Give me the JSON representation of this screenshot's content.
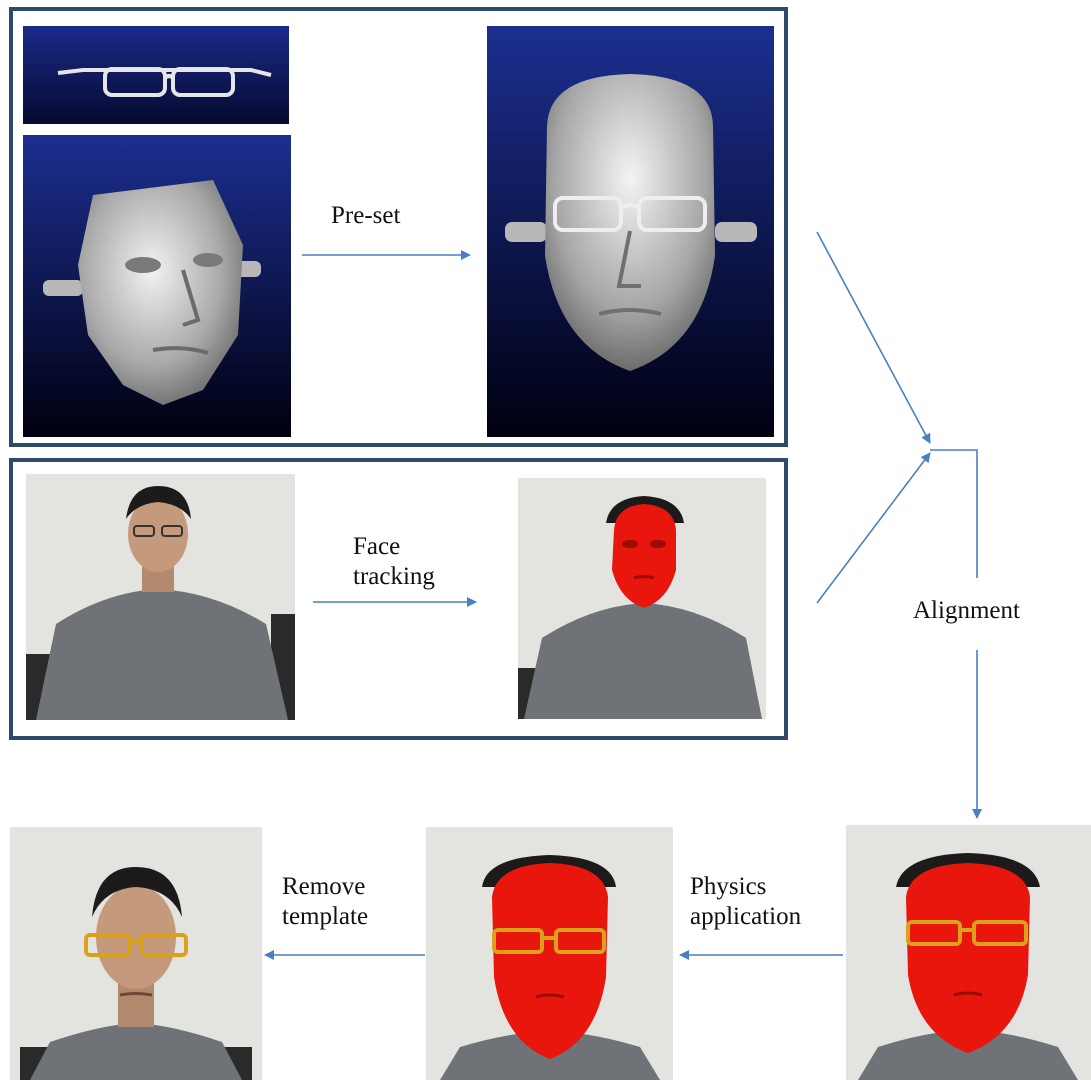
{
  "labels": {
    "preset": "Pre-set",
    "face_tracking_line1": "Face",
    "face_tracking_line2": "tracking",
    "alignment": "Alignment",
    "remove_template_line1": "Remove",
    "remove_template_line2": "template",
    "physics_application_line1": "Physics",
    "physics_application_line2": "application"
  },
  "colors": {
    "arrow": "#4a7fc1",
    "frame": "#2f4a6a",
    "render_bg_top": "#1a2a8a",
    "render_bg_bottom": "#000010",
    "face_template": "#e8160c",
    "glasses_frame": "#d9a21a",
    "shirt": "#6f7378",
    "skin": "#c59a7c",
    "hair": "#1c1a1a",
    "photo_bg": "#e3e4e0"
  },
  "icons": {
    "glasses_model": "glasses-3d-model",
    "face_model": "face-3d-model",
    "person_photo": "person-photo"
  }
}
